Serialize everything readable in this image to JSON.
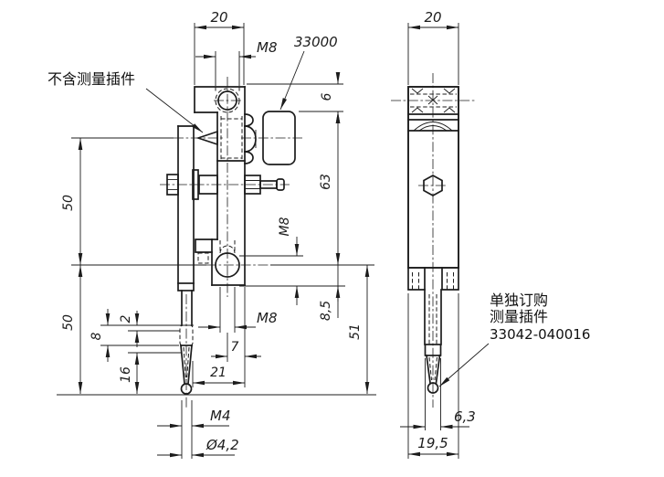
{
  "labels": {
    "front": {
      "w20": "20",
      "m8_top": "M8",
      "d6": "6",
      "d63": "63",
      "m8_side": "M8",
      "d85": "8,5",
      "d51": "51",
      "d50_upper": "50",
      "d50_lower": "50",
      "d8": "8",
      "d2": "2",
      "d16": "16",
      "m8_lower": "M8",
      "d7": "7",
      "d21": "21",
      "m4": "M4",
      "dia42": "Ø4,2"
    },
    "side": {
      "w20": "20",
      "d63": "6,3",
      "d195": "19,5"
    },
    "notes": {
      "part_top": "33000",
      "not_included": "不含测量插件",
      "sep1": "单独订购",
      "sep2": "测量插件",
      "sep3": "33042-040016"
    }
  },
  "colors": {
    "line": "#1c1c1c",
    "background": "#ffffff"
  }
}
